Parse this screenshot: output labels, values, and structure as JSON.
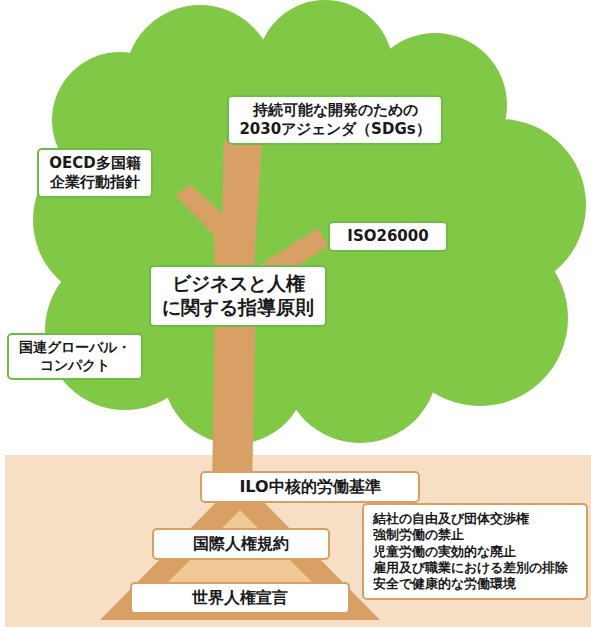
{
  "diagram": {
    "nodes": [
      {
        "text": [
          "持続可能な開発のための 2030アジェンダ（SDGs）"
        ]
      },
      {
        "text": [
          "OECD多国籍 企業行動指針"
        ]
      },
      {
        "text": [
          "ISO26000"
        ]
      },
      {
        "text": [
          "ビジネスと人権 に関する指導原則"
        ]
      },
      {
        "text": [
          "国連グローバル・ コンパクト"
        ]
      },
      {
        "text": [
          "ILO中核的労働基準"
        ]
      },
      {
        "text": [
          "結社の自由及び団体交渉権",
          "強制労働の禁止",
          "児童労働の実効的な廃止",
          "雇用及び職業における差別の排除",
          "安全で健康的な労働環境"
        ]
      },
      {
        "text": [
          "国際人権規約"
        ]
      },
      {
        "text": [
          "世界人権宣言"
        ]
      }
    ]
  }
}
